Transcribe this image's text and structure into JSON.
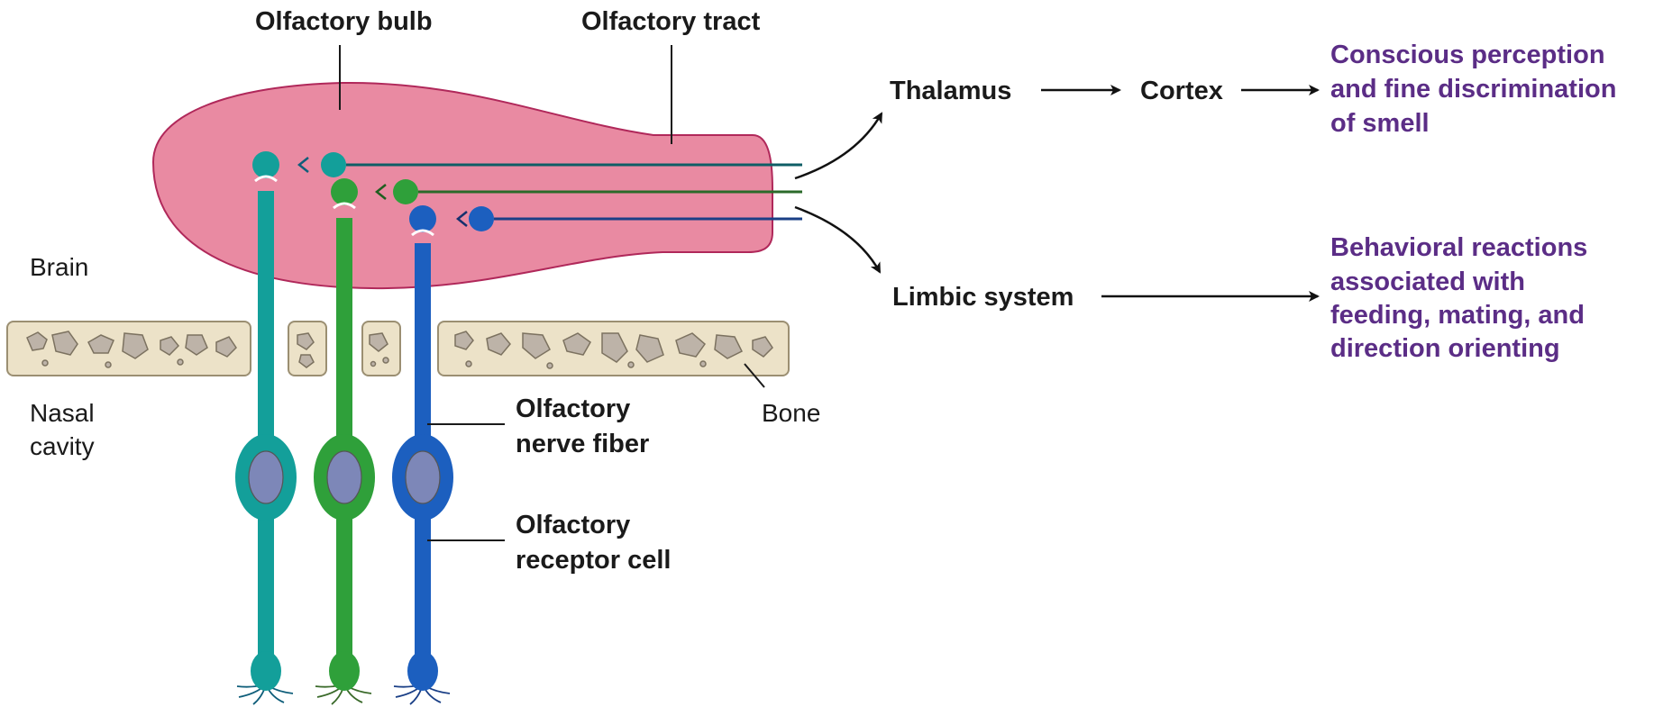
{
  "labels": {
    "olfactory_bulb": "Olfactory bulb",
    "olfactory_tract": "Olfactory tract",
    "brain": "Brain",
    "nasal_cavity_line1": "Nasal",
    "nasal_cavity_line2": "cavity",
    "bone": "Bone",
    "nerve_fiber_line1": "Olfactory",
    "nerve_fiber_line2": "nerve fiber",
    "receptor_cell_line1": "Olfactory",
    "receptor_cell_line2": "receptor cell"
  },
  "pathway": {
    "thalamus": "Thalamus",
    "cortex": "Cortex",
    "limbic_system": "Limbic system",
    "conscious_outcome": [
      "Conscious perception",
      "and fine discrimination",
      "of smell"
    ],
    "behavioral_outcome": [
      "Behavioral reactions",
      "associated with",
      "feeding, mating, and",
      "direction orienting"
    ]
  },
  "colors": {
    "bulb_fill": "#e98aa2",
    "bulb_stroke": "#b0285a",
    "bone_fill": "#ece2c8",
    "bone_stroke": "#9b8f72",
    "neuron_teal": "#139f9a",
    "neuron_green": "#2fa03a",
    "neuron_blue": "#1c5fbf",
    "nucleus": "#7d87b8",
    "outcome_text": "#5b2d86"
  }
}
